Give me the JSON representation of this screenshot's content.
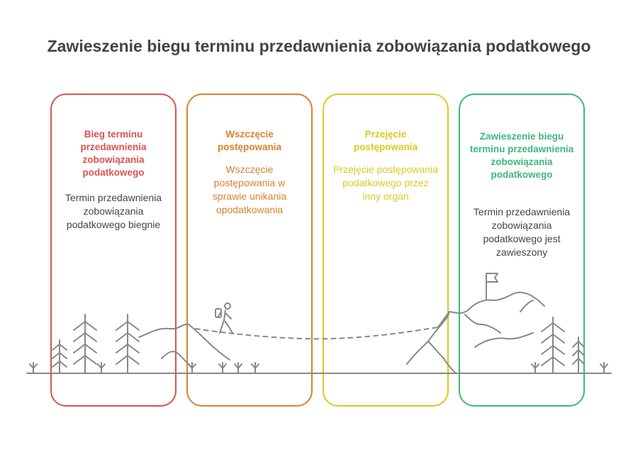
{
  "title": "Zawieszenie biegu terminu przedawnienia zobowiązania podatkowego",
  "colors": {
    "red": "#d9534f",
    "orange": "#d9822b",
    "yellow": "#dcc822",
    "green": "#3db87a",
    "line": "#888888",
    "title": "#444444",
    "text": "#444444"
  },
  "icons": [
    "tree-icon",
    "hiker-icon",
    "mountain-icon",
    "flag-icon",
    "grass-icon"
  ],
  "stages": [
    {
      "heading": "Bieg terminu przedawnienia zobowiązania podatkowego",
      "description": "Termin przedawnienia zobowiązania podatkowego biegnie"
    },
    {
      "heading": "Wszczęcie postępowania",
      "description": "Wszczęcie postępowania w sprawie unikania opodatkowania"
    },
    {
      "heading": "Przejęcie postępowania",
      "description": "Przejęcie postępowania podatkowego przez inny organ"
    },
    {
      "heading": "Zawieszenie biegu terminu przedawnienia zobowiązania podatkowego",
      "description": "Termin przedawnienia zobowiązania podatkowego jest zawieszony"
    }
  ]
}
